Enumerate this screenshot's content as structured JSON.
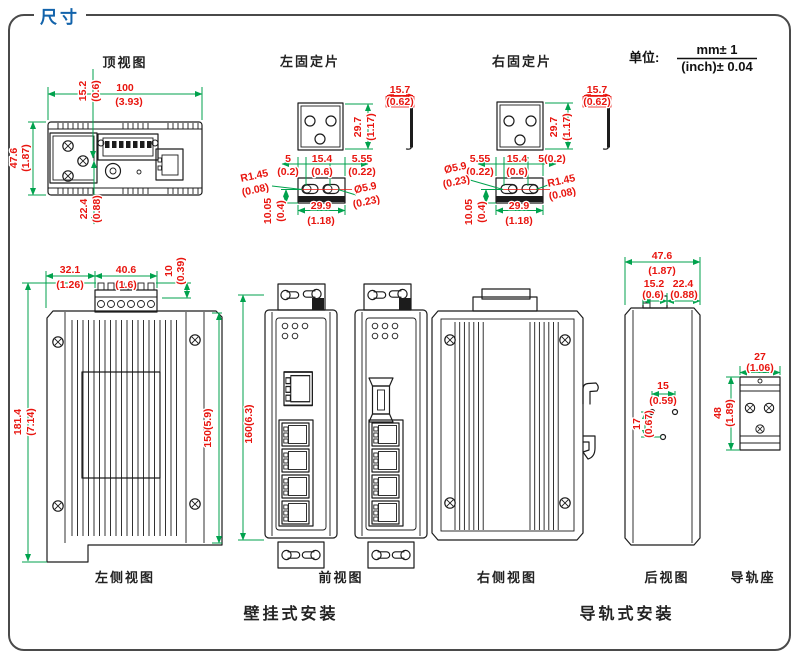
{
  "frame": {
    "title": "尺寸"
  },
  "unit": {
    "label": "单位:",
    "numerator": "mm± 1",
    "denominator": "(inch)± 0.04"
  },
  "labels": {
    "top_view": "顶视图",
    "left_plate": "左固定片",
    "right_plate": "右固定片",
    "left_side_view": "左侧视图",
    "front_view": "前视图",
    "right_side_view": "右侧视图",
    "rear_view": "后视图",
    "rail_seat": "导轨座",
    "wall_mount": "壁挂式安装",
    "rail_mount": "导轨式安装"
  },
  "dims": {
    "top_view": {
      "width_mm": "100",
      "width_in": "(3.93)",
      "offset_mm": "15.2",
      "offset_in": "(0.6)",
      "depth_mm": "47.6",
      "depth_in": "(1.87)",
      "rear_mm": "22.4",
      "rear_in": "(0.88)"
    },
    "left_plate": {
      "flange_mm": "15.7",
      "flange_in": "(0.62)",
      "height_mm": "29.7",
      "height_in": "(1.17)",
      "edge_mm": "5",
      "edge_in": "(0.2)",
      "pitch_mm": "15.4",
      "pitch_in": "(0.6)",
      "end_mm": "5.55",
      "end_in": "(0.22)",
      "radius_mm": "R1.45",
      "radius_in": "(0.08)",
      "hole_mm": "Ø5.9",
      "hole_in": "(0.23)",
      "depth_mm": "10.05",
      "depth_in": "(0.4)",
      "width_mm": "29.9",
      "width_in": "(1.18)"
    },
    "right_plate": {
      "flange_mm": "15.7",
      "flange_in": "(0.62)",
      "height_mm": "29.7",
      "height_in": "(1.17)",
      "end_mm": "5.55",
      "end_in": "(0.22)",
      "pitch_mm": "15.4",
      "pitch_in": "(0.6)",
      "edge": "5(0.2)",
      "hole_mm": "Ø5.9",
      "hole_in": "(0.23)",
      "radius_mm": "R1.45",
      "radius_in": "(0.08)",
      "depth_mm": "10.05",
      "depth_in": "(0.4)",
      "width_mm": "29.9",
      "width_in": "(1.18)"
    },
    "left_side": {
      "seg1_mm": "32.1",
      "seg1_in": "(1.26)",
      "seg2_mm": "40.6",
      "seg2_in": "(1.6)",
      "tab_mm": "10",
      "tab_in": "(0.39)",
      "total_mm": "181.4",
      "total_in": "(7.14)",
      "body": "150(5.9)"
    },
    "front": {
      "height": "160(6.3)"
    },
    "rear": {
      "width_mm": "47.6",
      "width_in": "(1.87)",
      "tab_mm": "15.2",
      "tab_in": "(0.6)",
      "side_mm": "22.4",
      "side_in": "(0.88)",
      "pitch_mm": "15",
      "pitch_in": "(0.59)",
      "drop_mm": "17",
      "drop_in": "(0.67)"
    },
    "rail_seat": {
      "width_mm": "27",
      "width_in": "(1.06)",
      "height_mm": "48",
      "height_in": "(1.89)"
    }
  }
}
